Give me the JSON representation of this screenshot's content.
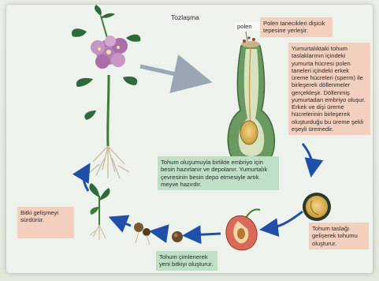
{
  "labels": {
    "pollination": "Tozlaşma",
    "pollen": "polen",
    "pollen_settle": "Polen tanecikleri dişicik tepesine yerleşir.",
    "fertilization": "Yumurtalıktaki tohum taslaklarının içindeki yumurta hücresi polen taneleri içindeki erkek üreme hücreleri (sperm) ile birleşerek döllenmeler gerçekleşir. Döllenmiş yumurtadan embriyo oluşur. Erkek ve dişi üreme hücrelerinin birleşerek oluşturduğu bu üreme şekli eşeyli üremedir.",
    "seed_fruit": "Tohum oluşumuyla birlikte embriyo için besin hazırlanır ve depolanır. Yumurtalık çevresinin besin depo etmesiyle artık meyve hazırdır.",
    "seed_develops": "Tohum taslağı gelişerek tohumu oluşturur.",
    "germination": "Tohum çimlenerek yeni bitkiyi oluşturur.",
    "plant_grows": "Bitki gelişmeyi sürdürür."
  },
  "colors": {
    "arrow_blue": "#1f4fa8",
    "arrow_grey": "#9aa7b3",
    "box_salmon": "#f3cfbd",
    "box_green": "#bfe0c6",
    "flower_pink": "#b77fb6",
    "leaf_green": "#2e6b3a"
  }
}
